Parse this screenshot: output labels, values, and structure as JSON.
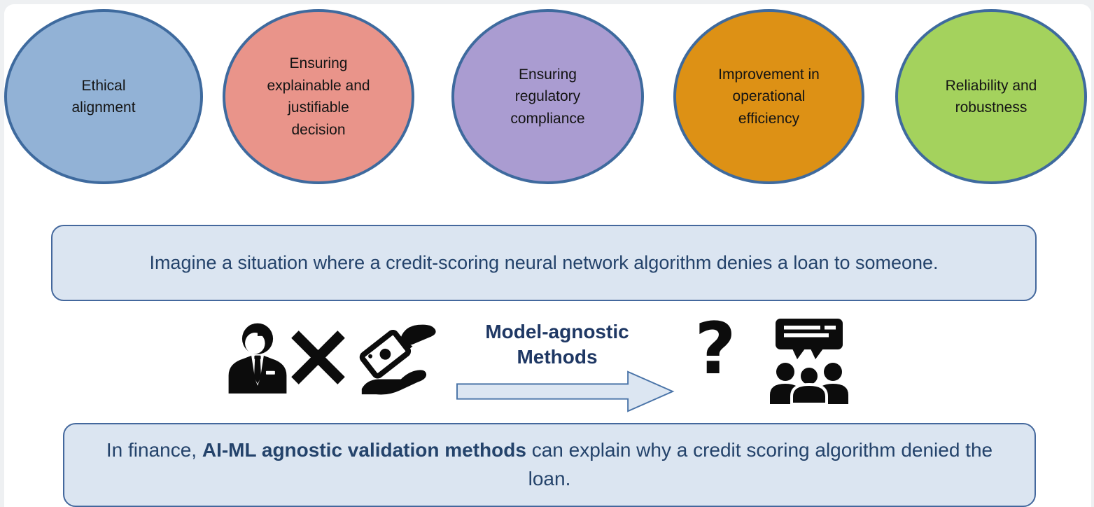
{
  "benefits": {
    "border_color": "#3e6a9e",
    "items": [
      {
        "label": "Ethical alignment",
        "fill": "#92b2d6"
      },
      {
        "label": "Ensuring explainable and justifiable decision",
        "fill": "#e9948a"
      },
      {
        "label": "Ensuring regulatory compliance",
        "fill": "#aa9cd1"
      },
      {
        "label": "Improvement in operational efficiency",
        "fill": "#dd9115"
      },
      {
        "label": "Reliability and robustness",
        "fill": "#a4d25d"
      }
    ]
  },
  "scenario_box": {
    "text": "Imagine a situation where a credit-scoring neural network algorithm denies a loan to someone.",
    "fill": "#dbe5f1",
    "border": "#44689d",
    "text_color": "#24436b"
  },
  "process": {
    "method_label": "Model-agnostic Methods",
    "question_mark_glyph": "?",
    "icons": [
      "businessman-icon",
      "cross-x-icon",
      "money-in-hand-icon",
      "block-arrow-right-icon",
      "question-mark-icon",
      "group-discussion-icon"
    ],
    "arrow_fill": "#dce6f2",
    "arrow_border": "#4a74a8",
    "icon_color": "#0c0c0c"
  },
  "conclusion_box": {
    "prefix": "In finance, ",
    "bold": "AI-ML agnostic validation methods",
    "suffix": " can explain why a credit scoring algorithm denied the loan."
  }
}
